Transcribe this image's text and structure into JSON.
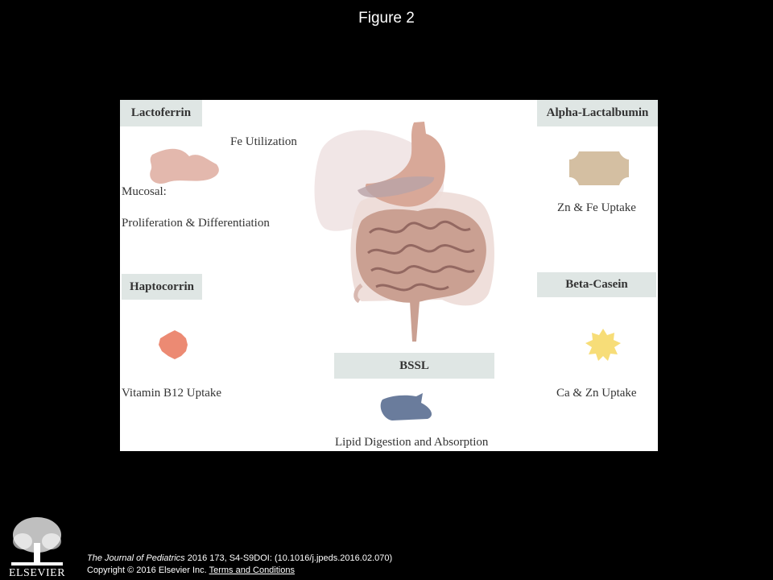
{
  "figure_title": "Figure 2",
  "panels": {
    "lactoferrin": {
      "label": "Lactoferrin",
      "func1": "Fe Utilization",
      "func2": "Mucosal:",
      "func3": "Proliferation & Differentiation",
      "icon": "lactoferrin-protein-icon",
      "color": "#e3b8ad"
    },
    "alpha_lactalbumin": {
      "label": "Alpha-Lactalbumin",
      "func": "Zn & Fe Uptake",
      "icon": "alpha-lactalbumin-protein-icon",
      "color": "#d4bfa2"
    },
    "haptocorrin": {
      "label": "Haptocorrin",
      "func": "Vitamin B12 Uptake",
      "icon": "haptocorrin-protein-icon",
      "color": "#ec8a73"
    },
    "beta_casein": {
      "label": "Beta-Casein",
      "func": "Ca & Zn Uptake",
      "icon": "beta-casein-protein-icon",
      "color": "#f7dd78"
    },
    "bssl": {
      "label": "BSSL",
      "func": "Lipid Digestion and Absorption",
      "icon": "bssl-protein-icon",
      "color": "#6a7c9c"
    }
  },
  "central_illustration": "digestive-tract-icon",
  "footer": {
    "journal": "The Journal of Pediatrics",
    "citation": " 2016 173, S4-S9DOI: (10.1016/j.jpeds.2016.02.070)",
    "copyright": "Copyright © 2016 Elsevier Inc. ",
    "terms_link": "Terms and Conditions"
  },
  "logo": {
    "name": "elsevier-logo",
    "text": "ELSEVIER"
  }
}
